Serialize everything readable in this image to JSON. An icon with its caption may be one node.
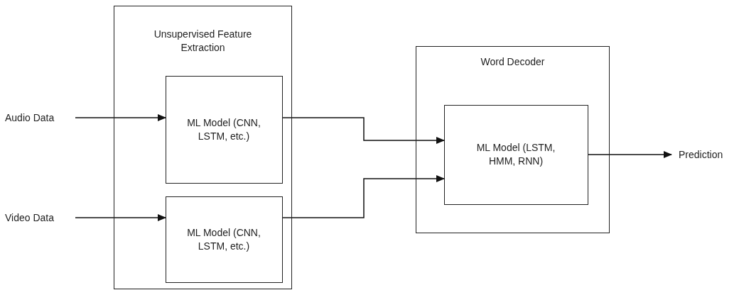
{
  "diagram": {
    "nodes": [
      {
        "text": [
          "Audio Data"
        ]
      },
      {
        "text": [
          "Video Data"
        ]
      },
      {
        "text": [
          "Unsupervised Feature Extraction"
        ]
      },
      {
        "text": [
          "ML Model (CNN, LSTM, etc.)"
        ],
        "in": 2
      },
      {
        "text": [
          "ML Model (CNN, LSTM, etc.)"
        ],
        "in": 2
      },
      {
        "text": [
          "Word Decoder"
        ]
      },
      {
        "text": [
          "ML Model (LSTM, HMM, RNN)"
        ],
        "in": 5
      },
      {
        "text": [
          "Prediction"
        ]
      }
    ],
    "edges": [
      {
        "from": 0,
        "to": 3,
        "arrow": "to"
      },
      {
        "from": 1,
        "to": 4,
        "arrow": "to"
      },
      {
        "from": 3,
        "to": 6,
        "arrow": "to"
      },
      {
        "from": 4,
        "to": 6,
        "arrow": "to"
      },
      {
        "from": 6,
        "to": 7,
        "arrow": "to"
      }
    ]
  }
}
